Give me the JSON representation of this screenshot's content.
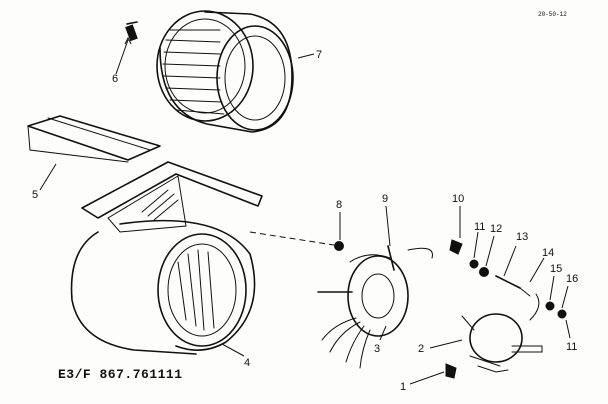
{
  "diagram": {
    "drawing_code": "20-50-12",
    "model_label": "E3/F 867.761111",
    "callouts": {
      "c1": "1",
      "c2": "2",
      "c3": "3",
      "c4": "4",
      "c5": "5",
      "c6": "6",
      "c7": "7",
      "c8": "8",
      "c9": "9",
      "c10": "10",
      "c11a": "11",
      "c11b": "11",
      "c12": "12",
      "c13": "13",
      "c14": "14",
      "c15": "15",
      "c16": "16"
    }
  }
}
